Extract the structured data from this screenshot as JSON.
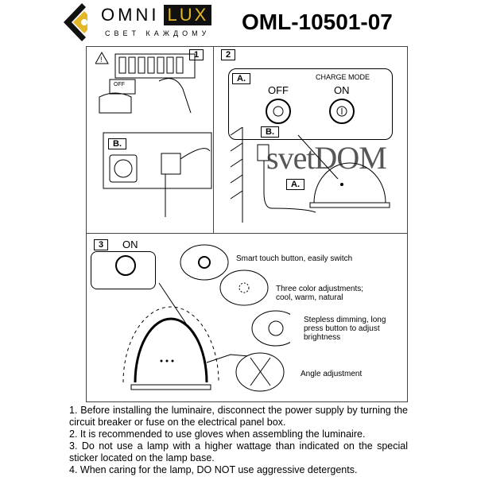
{
  "header": {
    "brand_left": "OMNI",
    "brand_right": "LUX",
    "tagline": "СВЕТ КАЖДОМУ",
    "model": "OML-10501-07"
  },
  "steps": {
    "s1": "1",
    "s2": "2",
    "s3": "3",
    "a_label": "A.",
    "b_label": "B.",
    "charge_mode": "CHARGE MODE",
    "off": "OFF",
    "on": "ON",
    "on3": "ON",
    "switch_off": "OFF"
  },
  "features": [
    {
      "text": "Smart touch button, easily switch"
    },
    {
      "text": "Three color adjustments; cool, warm, natural"
    },
    {
      "text": "Stepless dimming, long press button to adjust brightness"
    },
    {
      "text": "Angle adjustment"
    }
  ],
  "instructions": [
    "1. Before installing the luminaire, disconnect the power supply by turning the circuit breaker or fuse on the electrical panel box.",
    "2. It is recommended to use gloves when assembling the luminaire.",
    "3. Do not use a lamp with a higher wattage than indicated on the special sticker located on the lamp base.",
    "4. When caring for the lamp, DO NOT use aggressive detergents."
  ],
  "watermark": "svetDOM",
  "colors": {
    "brand_yellow": "#e3b728"
  }
}
